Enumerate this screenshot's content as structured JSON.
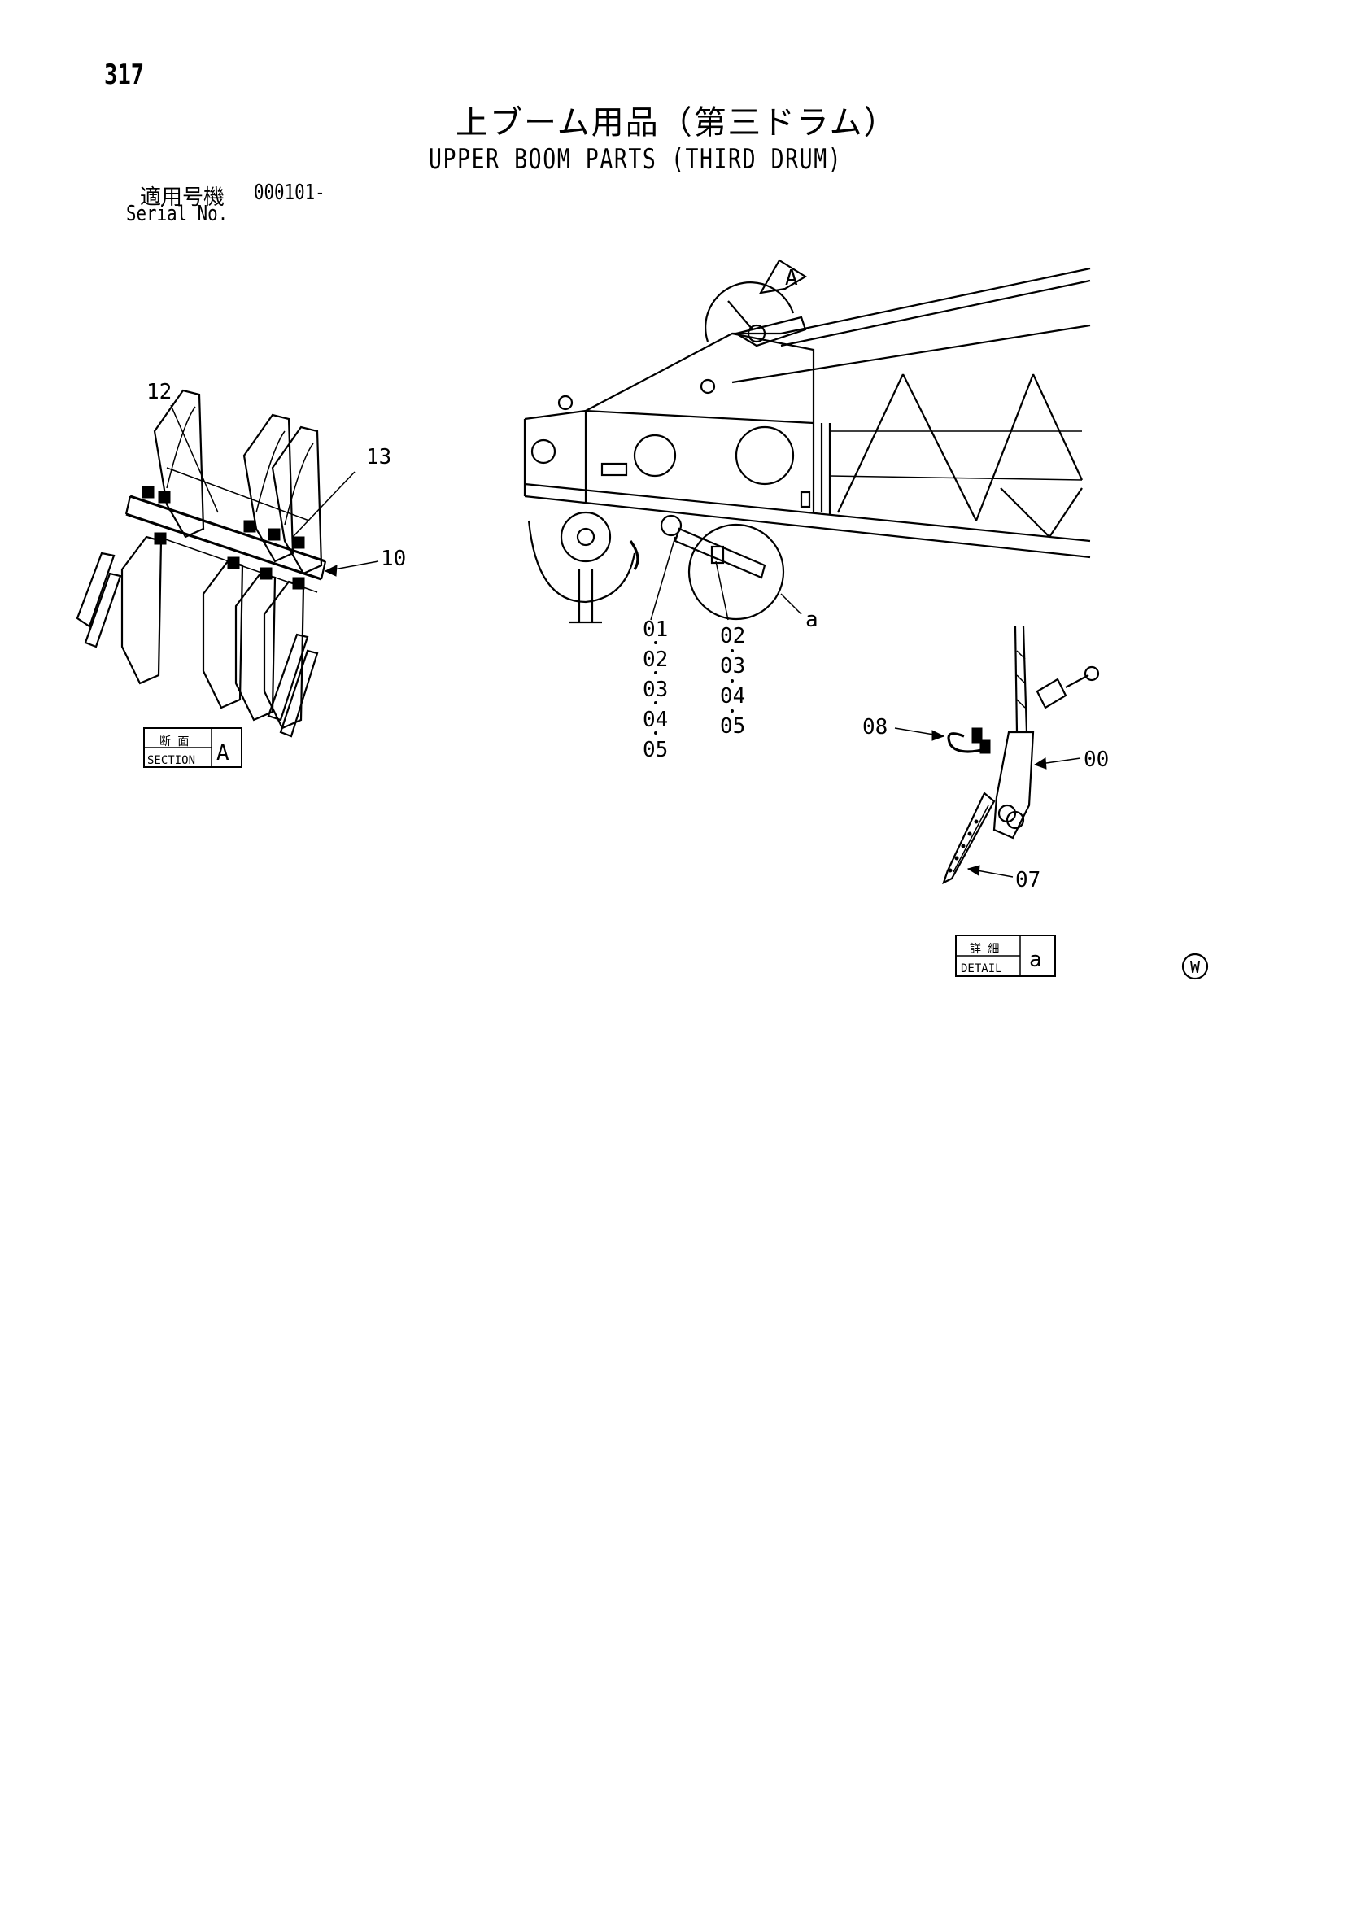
{
  "header": {
    "page_number": "317",
    "title_jp": "上ブーム用品（第三ドラム）",
    "title_en": "UPPER BOOM PARTS (THIRD DRUM)",
    "serial_label_jp": "適用号機",
    "serial_value": "000101-",
    "serial_label_en": "Serial No."
  },
  "section_view": {
    "callouts": [
      "12",
      "13",
      "10"
    ],
    "label_jp": "断 面",
    "label_en": "SECTION",
    "label_letter": "A"
  },
  "main_view": {
    "view_marker": "A",
    "callouts_left": [
      "01",
      "02",
      "03",
      "04",
      "05"
    ],
    "callouts_right": [
      "02",
      "03",
      "04",
      "05"
    ],
    "detail_marker": "a"
  },
  "detail_view": {
    "callouts": [
      "08",
      "00",
      "07"
    ],
    "label_jp": "詳 細",
    "label_en": "DETAIL",
    "label_letter": "a"
  },
  "footer": {
    "mark": "W"
  }
}
